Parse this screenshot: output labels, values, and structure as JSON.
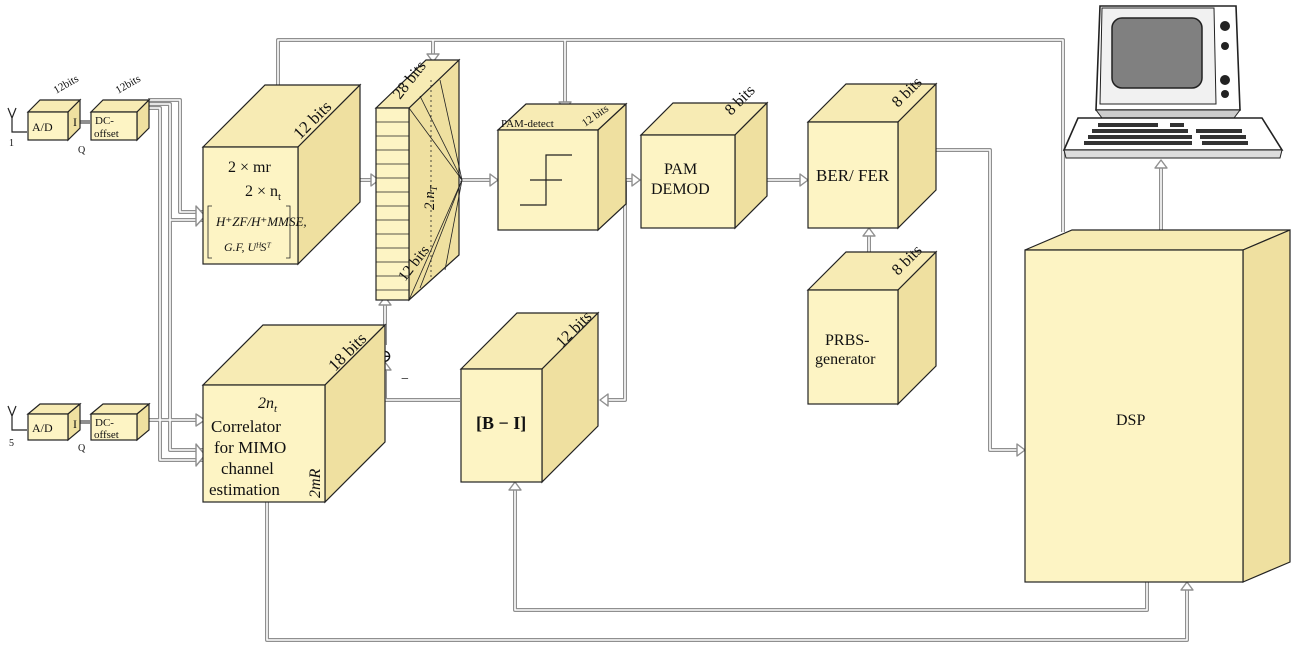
{
  "frontend": {
    "top": {
      "channel": "1",
      "adc": "A/D",
      "adc_bits": "12bits",
      "dc_bits": "12bits",
      "i": "I",
      "q": "Q",
      "dc_line1": "DC-",
      "dc_line2": "offset"
    },
    "bottom": {
      "channel": "5",
      "adc": "A/D",
      "i": "I",
      "q": "Q",
      "dc_line1": "DC-",
      "dc_line2": "offset"
    }
  },
  "precoder": {
    "bits": "12 bits",
    "line1": "2 × mr",
    "line2": "2 × n",
    "line2_sub": "t",
    "matrix_line1": "H⁺ZF/H⁺MMSE,",
    "matrix_line2": "G.F, UᴴSᵀ"
  },
  "buffer": {
    "bits_top": "28 bits",
    "mid": "2.n",
    "mid_sub": "T",
    "bits_bottom": "12 bits"
  },
  "summer": {
    "symbol": "⊕",
    "minus": "−"
  },
  "pam_detect": {
    "label": "PAM-detect",
    "bits": "12 bits"
  },
  "pam_demod": {
    "line1": "PAM",
    "line2": "DEMOD",
    "bits": "8 bits"
  },
  "ber_fer": {
    "label": "BER/ FER",
    "bits": "8 bits"
  },
  "prbs": {
    "line1": "PRBS-",
    "line2": "generator",
    "bits": "8 bits"
  },
  "correlator": {
    "bits": "18 bits",
    "top": "2n",
    "top_sub": "t",
    "lines": [
      "Correlator",
      "for MIMO",
      "channel",
      "estimation"
    ],
    "side": "2mR"
  },
  "feedback": {
    "label": "[B − I]",
    "bits": "12 bits"
  },
  "dsp": {
    "label": "DSP"
  },
  "icons": [
    "antenna-icon",
    "computer-terminal-icon",
    "step-function-icon",
    "summing-junction-icon"
  ]
}
